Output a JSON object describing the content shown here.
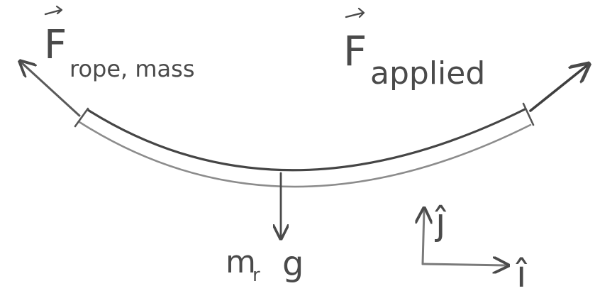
{
  "diagram": {
    "labels": {
      "rope_force_symbol": "F",
      "rope_force_subscript": "rope, mass",
      "applied_force_symbol": "F",
      "applied_force_subscript": "applied",
      "weight_label": "m",
      "weight_subscript": "r",
      "weight_g": "g",
      "unit_j": "ĵ",
      "unit_i": "î"
    },
    "colors": {
      "ink": "#4a4a4a",
      "rope_top": "#454545",
      "rope_bottom": "#8c8c8c",
      "background": "#ffffff"
    }
  }
}
